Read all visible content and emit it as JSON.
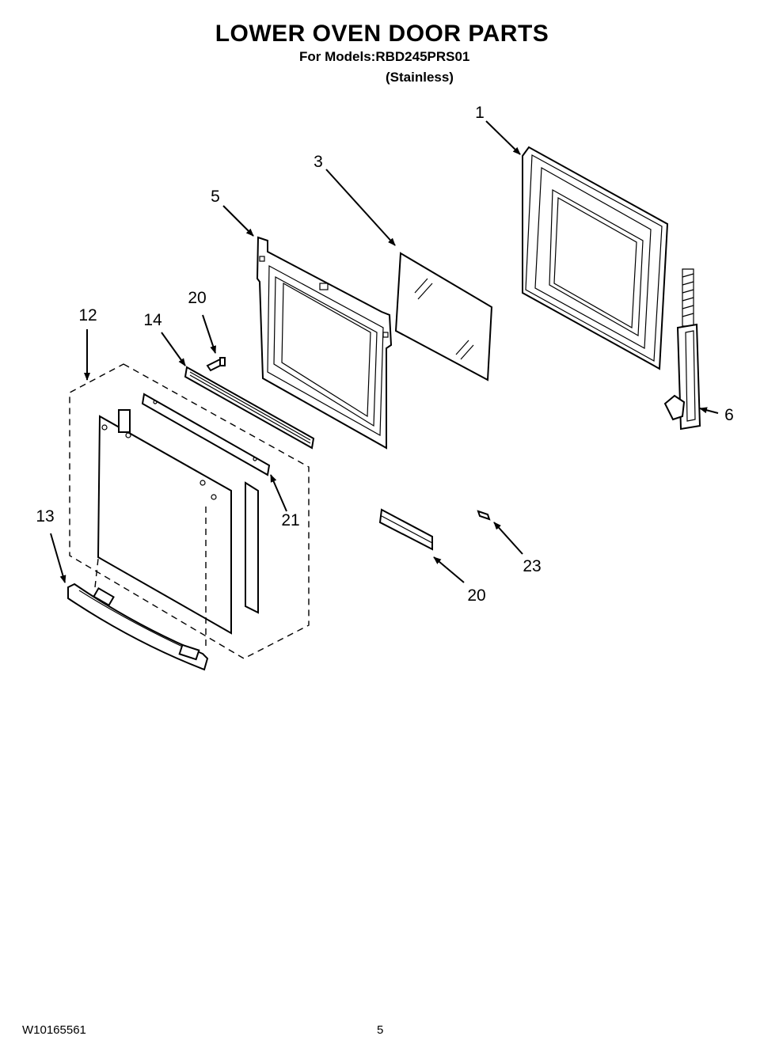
{
  "header": {
    "title": "LOWER OVEN DOOR PARTS",
    "models": "For Models:RBD245PRS01",
    "finish": "(Stainless)"
  },
  "callouts": {
    "c1": "1",
    "c3": "3",
    "c5": "5",
    "c6": "6",
    "c12": "12",
    "c13": "13",
    "c14": "14",
    "c20a": "20",
    "c20b": "20",
    "c21": "21",
    "c23": "23"
  },
  "footer": {
    "doc_number": "W10165561",
    "page": "5"
  }
}
